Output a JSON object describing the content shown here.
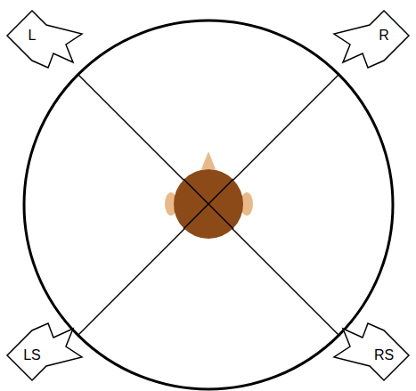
{
  "diagram": {
    "nodes": [
      {
        "text": [
          "L"
        ]
      },
      {
        "text": [
          "R"
        ]
      },
      {
        "text": [
          "LS"
        ]
      },
      {
        "text": [
          "RS"
        ]
      }
    ]
  }
}
